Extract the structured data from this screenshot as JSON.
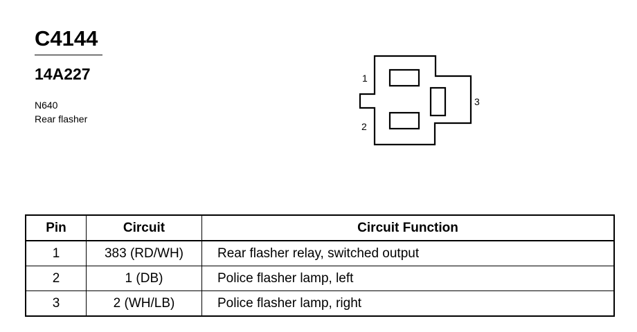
{
  "connector": {
    "id": "C4144",
    "part_number": "14A227",
    "location_code": "N640",
    "location_desc": "Rear flasher"
  },
  "diagram": {
    "pin_labels": [
      "1",
      "2",
      "3"
    ]
  },
  "table": {
    "headers": {
      "pin": "Pin",
      "circuit": "Circuit",
      "function": "Circuit Function"
    },
    "rows": [
      {
        "pin": "1",
        "circuit": "383 (RD/WH)",
        "function": "Rear flasher relay, switched output"
      },
      {
        "pin": "2",
        "circuit": "1 (DB)",
        "function": "Police flasher lamp, left"
      },
      {
        "pin": "3",
        "circuit": "2 (WH/LB)",
        "function": "Police flasher lamp, right"
      }
    ]
  }
}
